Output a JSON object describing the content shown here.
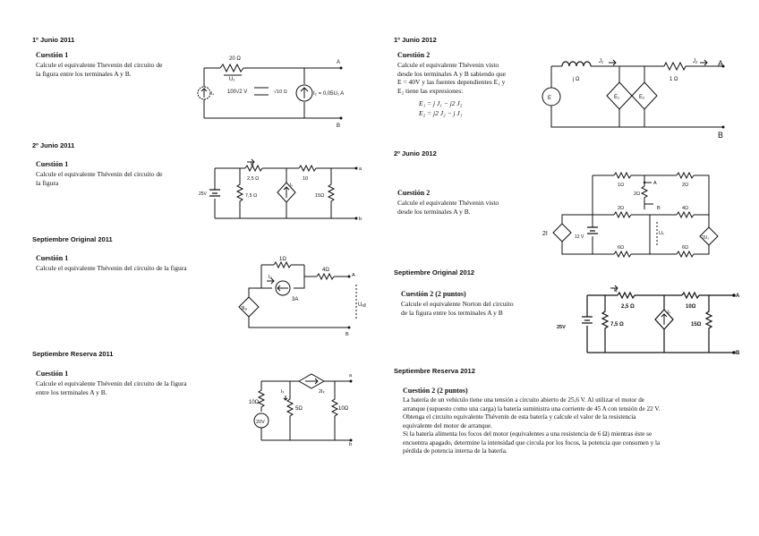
{
  "left": [
    {
      "section": "1º Junio 2011",
      "title": "Cuestión 1",
      "lines": [
        "Calcule el equivalente Thevenin del circuito de",
        "la figura entre los terminales A y B."
      ],
      "circuit": {
        "r1": "20 Ω",
        "u1": "U₁",
        "vs": "100√2 V",
        "r2": "√10 Ω",
        "cs": "I₂ = 0,05U₁ A",
        "i4": "I₄",
        "a": "A",
        "b": "B"
      }
    },
    {
      "section": "2º Junio 2011",
      "title": "Cuestión 1",
      "lines": [
        "Calcule el equivalente Thévenin del circuito de",
        "la figura"
      ],
      "circuit": {
        "ix": "Iₓ",
        "r1": "2,5 Ω",
        "r2": "10",
        "r3": "7,5 Ω",
        "r4": "15Ω",
        "vs": "25V",
        "cs": "Iₓ",
        "a": "a",
        "b": "b"
      }
    },
    {
      "section": "Septiembre Original 2011",
      "title": "Cuestión 1",
      "lines": [
        "Calcule el equivalente Thévenin del circuito de la figura"
      ],
      "circuit": {
        "r1": "1Ω",
        "r2": "4Ω",
        "ia": "Iₐ",
        "cs": "3A",
        "dep": "3Iₐ",
        "a": "A",
        "b": "B",
        "uab": "Uₐᵦ"
      }
    },
    {
      "section": "Septiembre Reserva 2011",
      "title": "Cuestión 1",
      "lines": [
        "Calcule el equivalente Thévenin del circuito de la figura",
        "entre los terminales A y B."
      ],
      "circuit": {
        "r1": "10Ω",
        "r2": "5Ω",
        "r3": "10Ω",
        "vs": "20V",
        "ix": "Iₓ",
        "dep": "2Iₓ",
        "a": "a",
        "b": "b"
      }
    }
  ],
  "right": [
    {
      "section": "1º Junio 2012",
      "title": "Cuestión 2",
      "lines": [
        "Calcule el equivalente Thévenin visto",
        "desde los terminales A y B sabiendo que",
        "E = 40V y las fuentes dependientes E₁ y",
        "E₂ tiene las expresiones:"
      ],
      "equations": [
        "E₁ = j J₁ − j2 J₂",
        "E₂ = j2 J₂ − j J₁"
      ],
      "circuit": {
        "l1": "j Ω",
        "r1": "1 Ω",
        "j1": "J₁",
        "j2": "J₂",
        "e": "E",
        "e1": "E₁",
        "e2": "E₂",
        "a": "A",
        "b": "B"
      }
    },
    {
      "section": "2º Junio 2012",
      "title": "Cuestión 2",
      "lines": [
        "Calcule el equivalente Thévenin visto",
        "desde los terminales A y B."
      ],
      "circuit": {
        "r1": "1Ω",
        "r2": "2Ω",
        "r3": "2Ω",
        "r4": "2Ω",
        "r5": "4Ω",
        "r6": "6Ω",
        "r7": "6Ω",
        "vs": "12 V",
        "dep1": "2I",
        "dep2": "2U₁",
        "u1": "U₁",
        "a": "A",
        "b": "B"
      }
    },
    {
      "section": "Septiembre Original 2012",
      "title": "Cuestión 2 (2 puntos)",
      "lines": [
        "Calcule el equivalente Norton del circuito",
        "de la figura entre los terminales A y B"
      ],
      "circuit": {
        "ix": "Iₓ",
        "r1": "2,5 Ω",
        "r2": "10Ω",
        "r3": "7,5 Ω",
        "r4": "15Ω",
        "vs": "25V",
        "cs": "Iₓ",
        "a": "A",
        "b": "B"
      }
    },
    {
      "section": "Septiembre Reserva 2012",
      "title": "Cuestión 2 (2 puntos)",
      "lines": [
        "La batería de un vehículo tiene una tensión a circuito abierto de 25,6 V. Al utilizar el motor de",
        "arranque (supuesto como una carga) la batería suministra una corriente de 45 A con tensión de 22 V.",
        "Obtenga el circuito equivalente Thévenin de esta batería y calcule el valor de la resistencia",
        "equivalente del motor de arranque.",
        "Si la batería alimenta los focos del motor (equivalentes a una resistencia de 6 Ω) mientras éste se",
        "encuentra apagado, determine la intensidad que circula por los focos, la potencia que consumen y la",
        "pérdida de potencia interna de la batería."
      ]
    }
  ]
}
